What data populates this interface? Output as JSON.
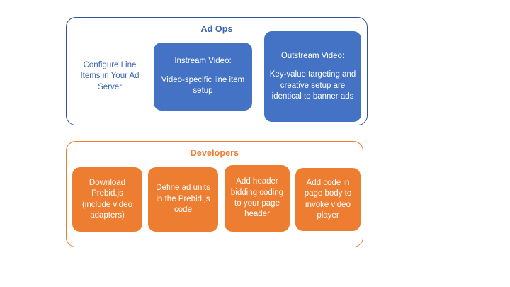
{
  "diagram": {
    "type": "grouped-process-diagram",
    "groups": [
      {
        "id": "ad-ops",
        "title": "Ad Ops",
        "accent_color": "#4472C4",
        "nodes": [
          {
            "id": "configure-line-items",
            "style": "plain-text",
            "text": "Configure Line Items in Your Ad Server",
            "text_color": "#3A63B0"
          },
          {
            "id": "instream-video",
            "style": "filled-box",
            "fill_color": "#4472C4",
            "heading": "Instream Video:",
            "body": "Video-specific line item setup"
          },
          {
            "id": "outstream-video",
            "style": "filled-box",
            "fill_color": "#4472C4",
            "heading": "Outstream Video:",
            "body": "Key-value targeting and creative setup are identical to banner ads"
          }
        ]
      },
      {
        "id": "developers",
        "title": "Developers",
        "accent_color": "#ED7D31",
        "nodes": [
          {
            "id": "download-prebid",
            "style": "filled-box",
            "fill_color": "#ED7D31",
            "text": "Download Prebid.js (include video adapters)"
          },
          {
            "id": "define-ad-units",
            "style": "filled-box",
            "fill_color": "#ED7D31",
            "text": "Define ad units in the Prebid.js code"
          },
          {
            "id": "add-header-bidding",
            "style": "filled-box",
            "fill_color": "#ED7D31",
            "text": "Add header bidding coding to your page header"
          },
          {
            "id": "add-page-body-code",
            "style": "filled-box",
            "fill_color": "#ED7D31",
            "text": "Add code in page body to invoke video player"
          }
        ]
      }
    ]
  }
}
